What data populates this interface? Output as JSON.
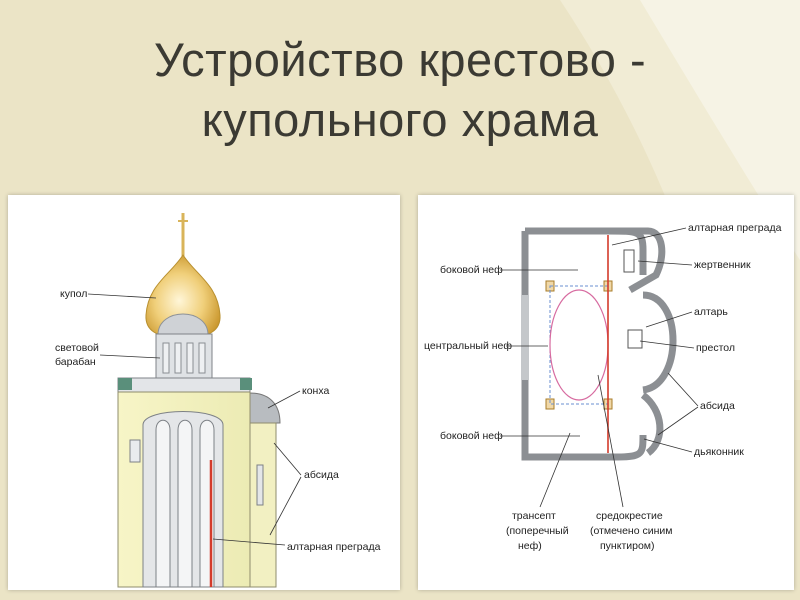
{
  "slide": {
    "title_line1": "Устройство крестово -",
    "title_line2": "купольного храма"
  },
  "left_diagram": {
    "labels": {
      "dome": "купол",
      "light_drum_1": "световой",
      "light_drum_2": "барабан",
      "concha": "конха",
      "apse": "абсида",
      "altar_screen": "алтарная преграда"
    }
  },
  "right_diagram": {
    "labels": {
      "altar_screen": "алтарная преграда",
      "side_nave_top": "боковой неф",
      "prothesis": "жертвенник",
      "altar": "алтарь",
      "central_nave": "центральный неф",
      "throne": "престол",
      "apse": "абсида",
      "side_nave_bottom": "боковой неф",
      "diaconicon": "дьяконник",
      "transept_1": "трансепт",
      "transept_2": "(поперечный",
      "transept_3": "неф)",
      "crossing_1": "средокрестие",
      "crossing_2": "(отмечено синим",
      "crossing_3": "пунктиром)"
    }
  }
}
